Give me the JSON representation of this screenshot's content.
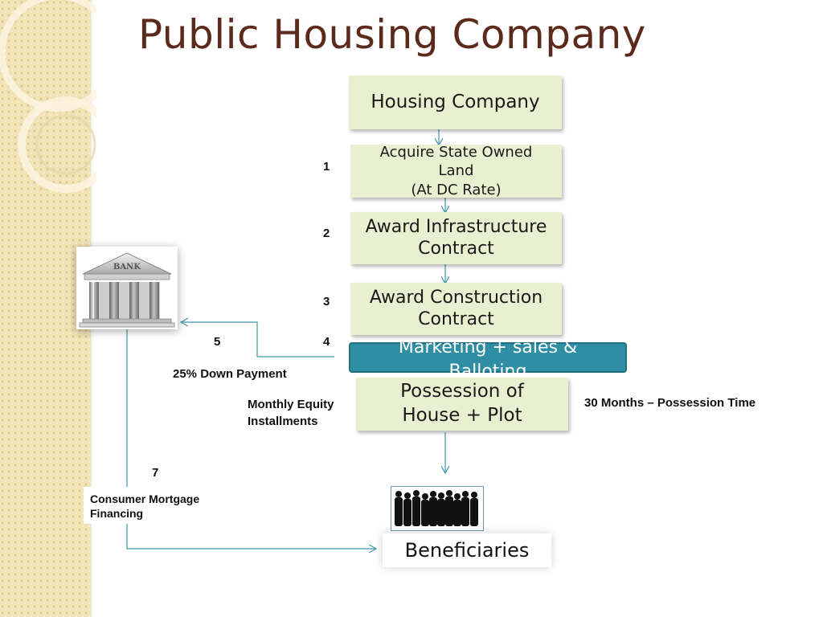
{
  "title": "Public Housing Company",
  "boxes": {
    "housing_company": "Housing Company",
    "acquire_line1": "Acquire State Owned",
    "acquire_line2": "Land",
    "acquire_line3": "(At DC Rate)",
    "infra_line1": "Award Infrastructure",
    "infra_line2": "Contract",
    "construction_line1": "Award Construction",
    "construction_line2": "Contract",
    "marketing_line1": "Marketing + sales &",
    "marketing_line2": "Balloting",
    "possession_line1": "Possession of",
    "possession_line2": "House +  Plot",
    "beneficiaries": "Beneficiaries"
  },
  "steps": {
    "s1": "1",
    "s2": "2",
    "s3": "3",
    "s4": "4",
    "s5": "5",
    "s7": "7"
  },
  "labels": {
    "down_payment": "25% Down Payment",
    "monthly_line1": "Monthly Equity",
    "monthly_line2": "Installments",
    "possession_time": "30 Months – Possession Time",
    "mortgage_line1": "Consumer Mortgage",
    "mortgage_line2": "Financing"
  },
  "images": {
    "bank_sign": "BANK",
    "bank_icon": "bank-building-icon",
    "crowd_icon": "crowd-silhouette-icon"
  },
  "colors": {
    "title": "#5c2a1c",
    "box_fill": "#e9f0d1",
    "marketing_fill": "#2f8ea3",
    "connector": "#3f97ab",
    "strip": "#f1e2b3"
  }
}
